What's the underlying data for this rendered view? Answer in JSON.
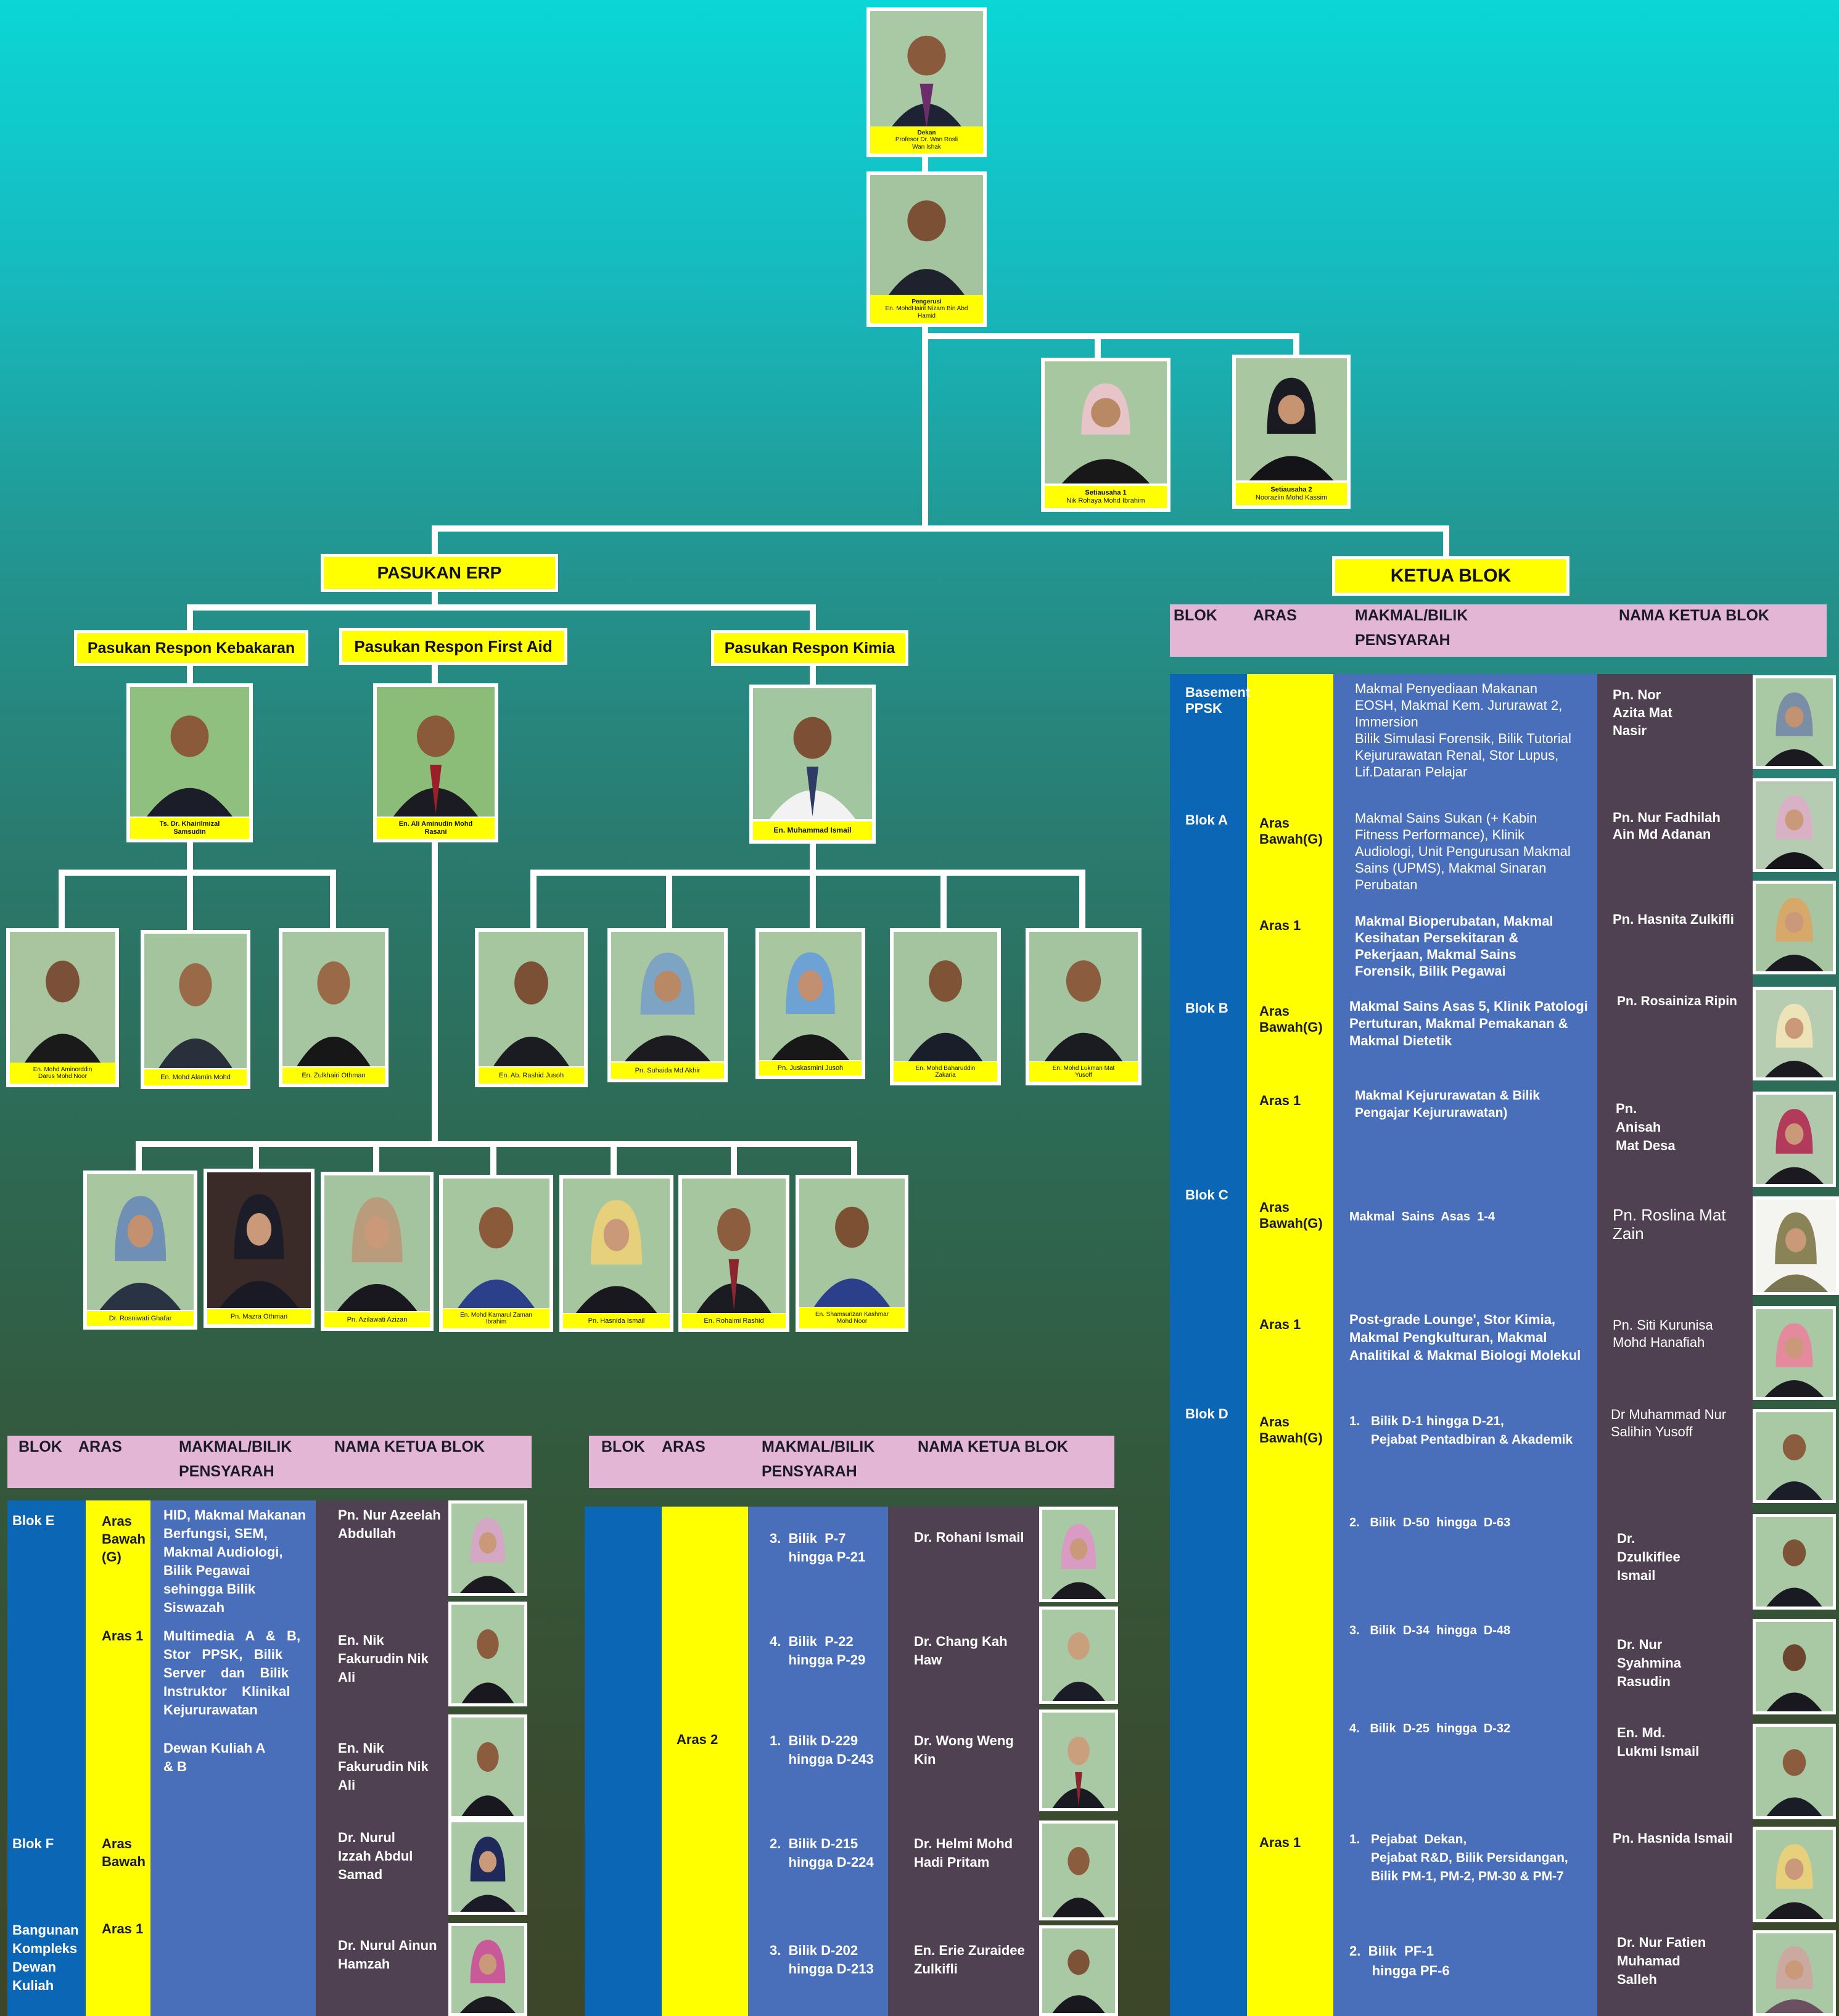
{
  "org": {
    "dean": {
      "title": "Dekan",
      "name1": "Profesor Dr. Wan Rosli",
      "name2": "Wan Ishak"
    },
    "chair": {
      "title": "Pengerusi",
      "name1": "En. MohdHairil Nizam Bin Abd",
      "name2": "Hamid"
    },
    "sec1": {
      "title": "Setiausaha 1",
      "name1": "Nik Rohaya Mohd Ibrahim"
    },
    "sec2": {
      "title": "Setiausaha 2",
      "name1": "Noorazlin Mohd Kassim"
    },
    "pasukan_erp": "PASUKAN ERP",
    "ketua_blok": "KETUA BLOK",
    "team_fire": "Pasukan Respon  Kebakaran",
    "team_firstaid": "Pasukan Respon First Aid",
    "team_chem": "Pasukan Respon Kimia",
    "lead_fire": {
      "name1": "Ts. Dr. Khairilmizal",
      "name2": "Samsudin"
    },
    "lead_firstaid": {
      "name1": "En. Ali Aminudin Mohd",
      "name2": "Rasani"
    },
    "lead_chem": {
      "name1": "En. Muhammad  Ismail"
    },
    "fire_members": [
      {
        "name1": "En. Mohd Aminorddin",
        "name2": "Darus Mohd Noor"
      },
      {
        "name1": "En. Mohd Alamin Mohd"
      },
      {
        "name1": "En. Zulkhairi Othman"
      }
    ],
    "chem_members": [
      {
        "name1": "En. Ab. Rashid Jusoh"
      },
      {
        "name1": "Pn. Suhaida Md Akhir"
      },
      {
        "name1": "Pn. Juskasmini Jusoh"
      },
      {
        "name1": "En. Mohd Baharuddin",
        "name2": "Zakaria"
      },
      {
        "name1": "En. Mohd Lukman Mat",
        "name2": "Yusoff"
      }
    ],
    "aid_members": [
      {
        "name1": "Dr. Rosniwati Ghafar"
      },
      {
        "name1": "Pn. Mazra Othman"
      },
      {
        "name1": "Pn. Azilawati Azizan"
      },
      {
        "name1": "En. Mohd Kamarul Zaman",
        "name2": "Ibrahim"
      },
      {
        "name1": "Pn. Hasnida Ismail"
      },
      {
        "name1": "En. Rohaimi Rashid"
      },
      {
        "name1": "En. Shamsurizan Kashmar",
        "name2": "Mohd Noor"
      }
    ]
  },
  "headers": {
    "blok": "BLOK",
    "aras": "ARAS",
    "makmal1": "MAKMAL/BILIK",
    "makmal2": "PENSYARAH",
    "nama": "NAMA KETUA BLOK"
  },
  "right_table": {
    "blocks": [
      {
        "label": "Basement\nPPSK"
      },
      {
        "label": "Blok A"
      },
      {
        "label": "Blok B"
      },
      {
        "label": "Blok C"
      },
      {
        "label": "Blok D"
      }
    ],
    "rows": [
      {
        "aras": "",
        "makmal": "Makmal Penyediaan Makanan\nEOSH,  Makmal Kem. Jururawat 2,\nImmersion\nBilik Simulasi Forensik, Bilik Tutorial\nKejururawatan Renal, Stor Lupus,\nLif.Dataran Pelajar",
        "nama": "Pn. Nor\nAzita Mat\nNasir"
      },
      {
        "aras": "Aras\nBawah(G)",
        "makmal": "Makmal Sains Sukan (+ Kabin\nFitness Performance), Klinik\nAudiologi, Unit Pengurusan Makmal\nSains (UPMS), Makmal Sinaran\nPerubatan",
        "nama": "Pn. Nur Fadhilah\nAin  Md Adanan"
      },
      {
        "aras": "Aras  1",
        "makmal": "Makmal Bioperubatan, Makmal\nKesihatan Persekitaran &\nPekerjaan, Makmal Sains\nForensik, Bilik Pegawai",
        "nama": "Pn. Hasnita Zulkifli"
      },
      {
        "aras": "Aras\nBawah(G)",
        "makmal": "Makmal Sains Asas 5, Klinik Patologi\nPertuturan, Makmal Pemakanan &\nMakmal Dietetik",
        "nama": "Pn. Rosainiza Ripin"
      },
      {
        "aras": "Aras  1",
        "makmal": "Makmal Kejururawatan & Bilik\nPengajar Kejururawatan)",
        "nama": "Pn.\nAnisah\nMat Desa"
      },
      {
        "aras": "Aras\nBawah(G)",
        "makmal": "Makmal  Sains  Asas  1-4",
        "nama": "Pn. Roslina Mat\nZain"
      },
      {
        "aras": "Aras  1",
        "makmal": "Post-grade Lounge', Stor Kimia,\nMakmal Pengkulturan, Makmal\nAnalitikal & Makmal Biologi Molekul",
        "nama": "Pn. Siti Kurunisa\nMohd Hanafiah"
      },
      {
        "aras": "Aras\nBawah(G)",
        "makmal": "1.   Bilik D-1 hingga D-21,\n      Pejabat Pentadbiran & Akademik",
        "nama": "Dr Muhammad Nur\nSalihin Yusoff"
      },
      {
        "aras": "",
        "makmal": "2.   Bilik  D-50  hingga  D-63",
        "nama": "Dr.\nDzulkiflee\nIsmail"
      },
      {
        "aras": "",
        "makmal": "3.   Bilik  D-34  hingga  D-48",
        "nama": "Dr. Nur\nSyahmina\nRasudin"
      },
      {
        "aras": "",
        "makmal": "4.   Bilik  D-25  hingga  D-32",
        "nama": "En. Md.\nLukmi Ismail"
      },
      {
        "aras": "Aras  1",
        "makmal": "1.   Pejabat  Dekan,\n      Pejabat R&D, Bilik Persidangan,\n      Bilik PM-1, PM-2, PM-30 & PM-7",
        "nama": "Pn. Hasnida Ismail"
      },
      {
        "aras": "",
        "makmal": "2.  Bilik  PF-1\n      hingga PF-6",
        "nama": "Dr. Nur Fatien\nMuhamad\nSalleh"
      }
    ]
  },
  "left_table": {
    "blocks": [
      {
        "label": "Blok E"
      },
      {
        "label": "Blok F"
      },
      {
        "label": "Bangunan\nKompleks\nDewan\nKuliah"
      }
    ],
    "rows": [
      {
        "aras": "Aras\nBawah\n(G)",
        "makmal": "HID, Makmal Makanan\nBerfungsi, SEM,\nMakmal Audiologi,\nBilik Pegawai\nsehingga Bilik\nSiswazah",
        "nama": "Pn. Nur Azeelah\nAbdullah"
      },
      {
        "aras": "Aras  1",
        "makmal": "Multimedia   A   &   B,\nStor   PPSK,   Bilik\nServer    dan    Bilik\nInstruktor    Klinikal\nKejururawatan",
        "nama": "En. Nik\nFakurudin Nik\nAli"
      },
      {
        "aras": "",
        "makmal": "Dewan Kuliah A\n& B",
        "nama": "En. Nik\nFakurudin Nik\nAli"
      },
      {
        "aras": "Aras\nBawah",
        "makmal": "",
        "nama": "Dr. Nurul\nIzzah Abdul\nSamad"
      },
      {
        "aras": "Aras  1",
        "makmal": "",
        "nama": "Dr. Nurul Ainun\nHamzah"
      }
    ]
  },
  "mid_table": {
    "rows": [
      {
        "aras": "",
        "makmal": "3.  Bilik  P-7\n     hingga P-21",
        "nama": "Dr. Rohani Ismail"
      },
      {
        "aras": "",
        "makmal": "4.  Bilik  P-22\n     hingga P-29",
        "nama": "Dr. Chang Kah\nHaw"
      },
      {
        "aras": "Aras  2",
        "makmal": "1.  Bilik D-229\n     hingga D-243",
        "nama": "Dr. Wong Weng\nKin"
      },
      {
        "aras": "",
        "makmal": "2.  Bilik D-215\n     hingga D-224",
        "nama": "Dr. Helmi Mohd\nHadi Pritam"
      },
      {
        "aras": "",
        "makmal": "3.  Bilik D-202\n     hingga D-213",
        "nama": "En. Erie Zuraidee\nZulkifli"
      }
    ]
  },
  "colors": {
    "yellow": "#ffff00",
    "blue_dark": "#0c66b6",
    "blue_mid": "#4a6fba",
    "purple": "#4f4151",
    "pink": "#e3b6d6"
  }
}
